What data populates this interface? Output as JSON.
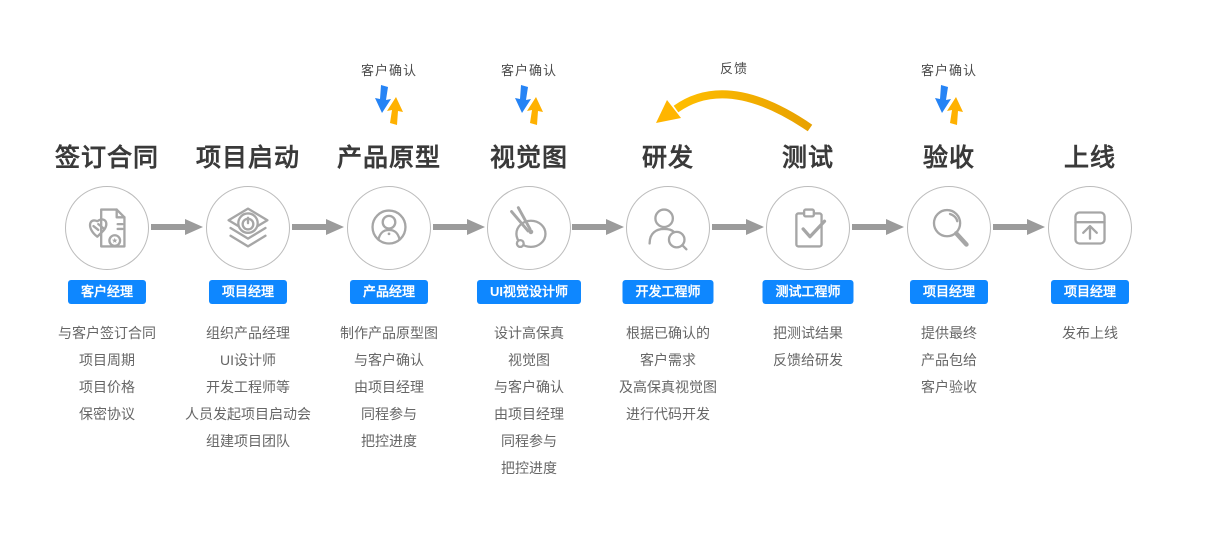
{
  "colors": {
    "badge_blue": "#0e87ff",
    "confirm_blue": "#2583f5",
    "confirm_yellow": "#ffb100",
    "feedback_orange": "#f0a800",
    "flow_gray": "#9b9b9b",
    "icon_gray": "#a6a6a6",
    "title_color": "#3a3a3a",
    "desc_color": "#666666"
  },
  "feedback": {
    "label": "反馈"
  },
  "confirm_label": "客户确认",
  "stages": [
    {
      "title": "签订合同",
      "role": "客户经理",
      "icon": "handshake-contract-icon",
      "descriptions": [
        "与客户签订合同",
        "项目周期",
        "项目价格",
        "保密协议"
      ]
    },
    {
      "title": "项目启动",
      "role": "项目经理",
      "icon": "layers-power-icon",
      "descriptions": [
        "组织产品经理",
        "UI设计师",
        "开发工程师等",
        "人员发起项目启动会",
        "组建项目团队"
      ]
    },
    {
      "title": "产品原型",
      "role": "产品经理",
      "icon": "user-avatar-icon",
      "top_label": "客户确认",
      "descriptions": [
        "制作产品原型图",
        "与客户确认",
        "由项目经理",
        "同程参与",
        "把控进度"
      ]
    },
    {
      "title": "视觉图",
      "role": "UI视觉设计师",
      "icon": "paint-palette-icon",
      "top_label": "客户确认",
      "descriptions": [
        "设计高保真",
        "视觉图",
        "与客户确认",
        "由项目经理",
        "同程参与",
        "把控进度"
      ]
    },
    {
      "title": "研发",
      "role": "开发工程师",
      "icon": "developer-search-icon",
      "descriptions": [
        "根据已确认的",
        "客户需求",
        "及高保真视觉图",
        "进行代码开发"
      ]
    },
    {
      "title": "测试",
      "role": "测试工程师",
      "icon": "clipboard-check-icon",
      "descriptions": [
        "把测试结果",
        "反馈给研发"
      ]
    },
    {
      "title": "验收",
      "role": "项目经理",
      "icon": "magnifier-icon",
      "top_label": "客户确认",
      "descriptions": [
        "提供最终",
        "产品包给",
        "客户验收"
      ]
    },
    {
      "title": "上线",
      "role": "项目经理",
      "icon": "launch-upload-icon",
      "descriptions": [
        "发布上线"
      ]
    }
  ]
}
